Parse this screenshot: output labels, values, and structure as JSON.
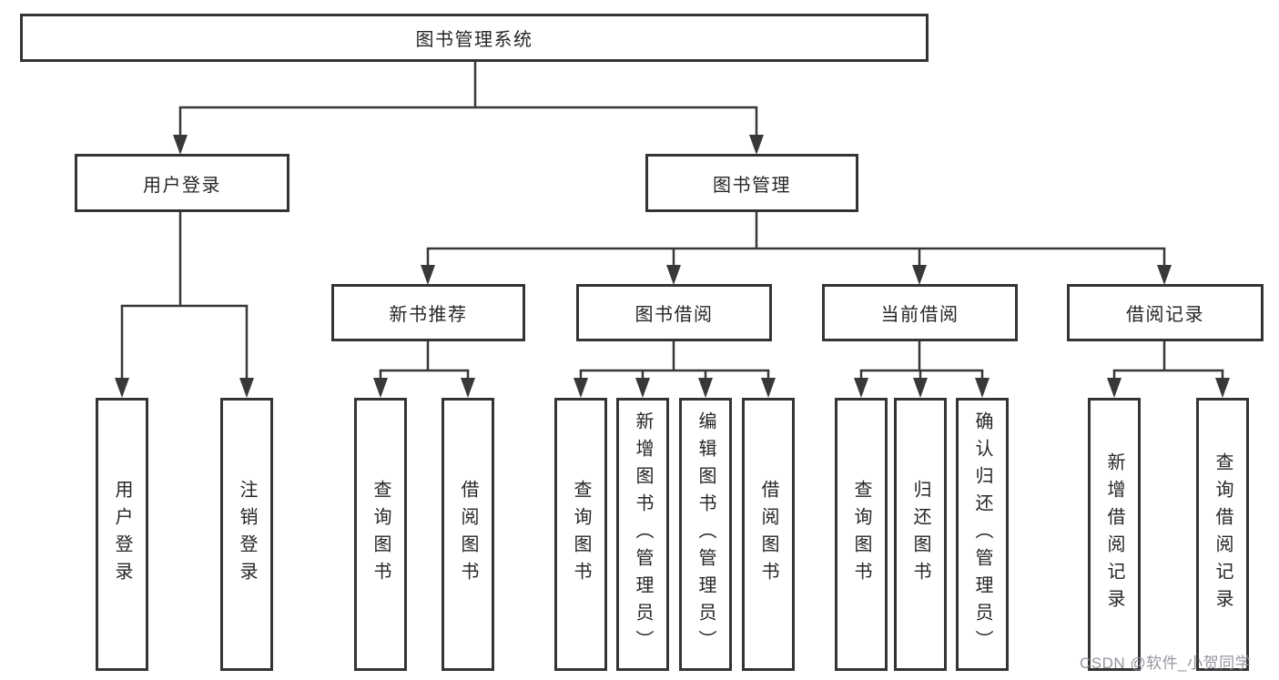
{
  "root": {
    "label": "图书管理系统"
  },
  "user_login": {
    "label": "用户登录",
    "children": [
      {
        "label": "用户登录"
      },
      {
        "label": "注销登录"
      }
    ]
  },
  "book_mgmt": {
    "label": "图书管理",
    "groups": [
      {
        "label": "新书推荐",
        "children": [
          {
            "label": "查询图书"
          },
          {
            "label": "借阅图书"
          }
        ]
      },
      {
        "label": "图书借阅",
        "children": [
          {
            "label": "查询图书"
          },
          {
            "label": "新增图书（管理员）"
          },
          {
            "label": "编辑图书（管理员）"
          },
          {
            "label": "借阅图书"
          }
        ]
      },
      {
        "label": "当前借阅",
        "children": [
          {
            "label": "查询图书"
          },
          {
            "label": "归还图书"
          },
          {
            "label": "确认归还（管理员）"
          }
        ]
      },
      {
        "label": "借阅记录",
        "children": [
          {
            "label": "新增借阅记录"
          },
          {
            "label": "查询借阅记录"
          }
        ]
      }
    ]
  },
  "watermark": {
    "text": "CSDN @软件_小贺同学"
  },
  "colors": {
    "line": "#383838",
    "box_border": "#343434",
    "text": "#262626",
    "watermark": "#8c8e98",
    "background": "#ffffff"
  }
}
